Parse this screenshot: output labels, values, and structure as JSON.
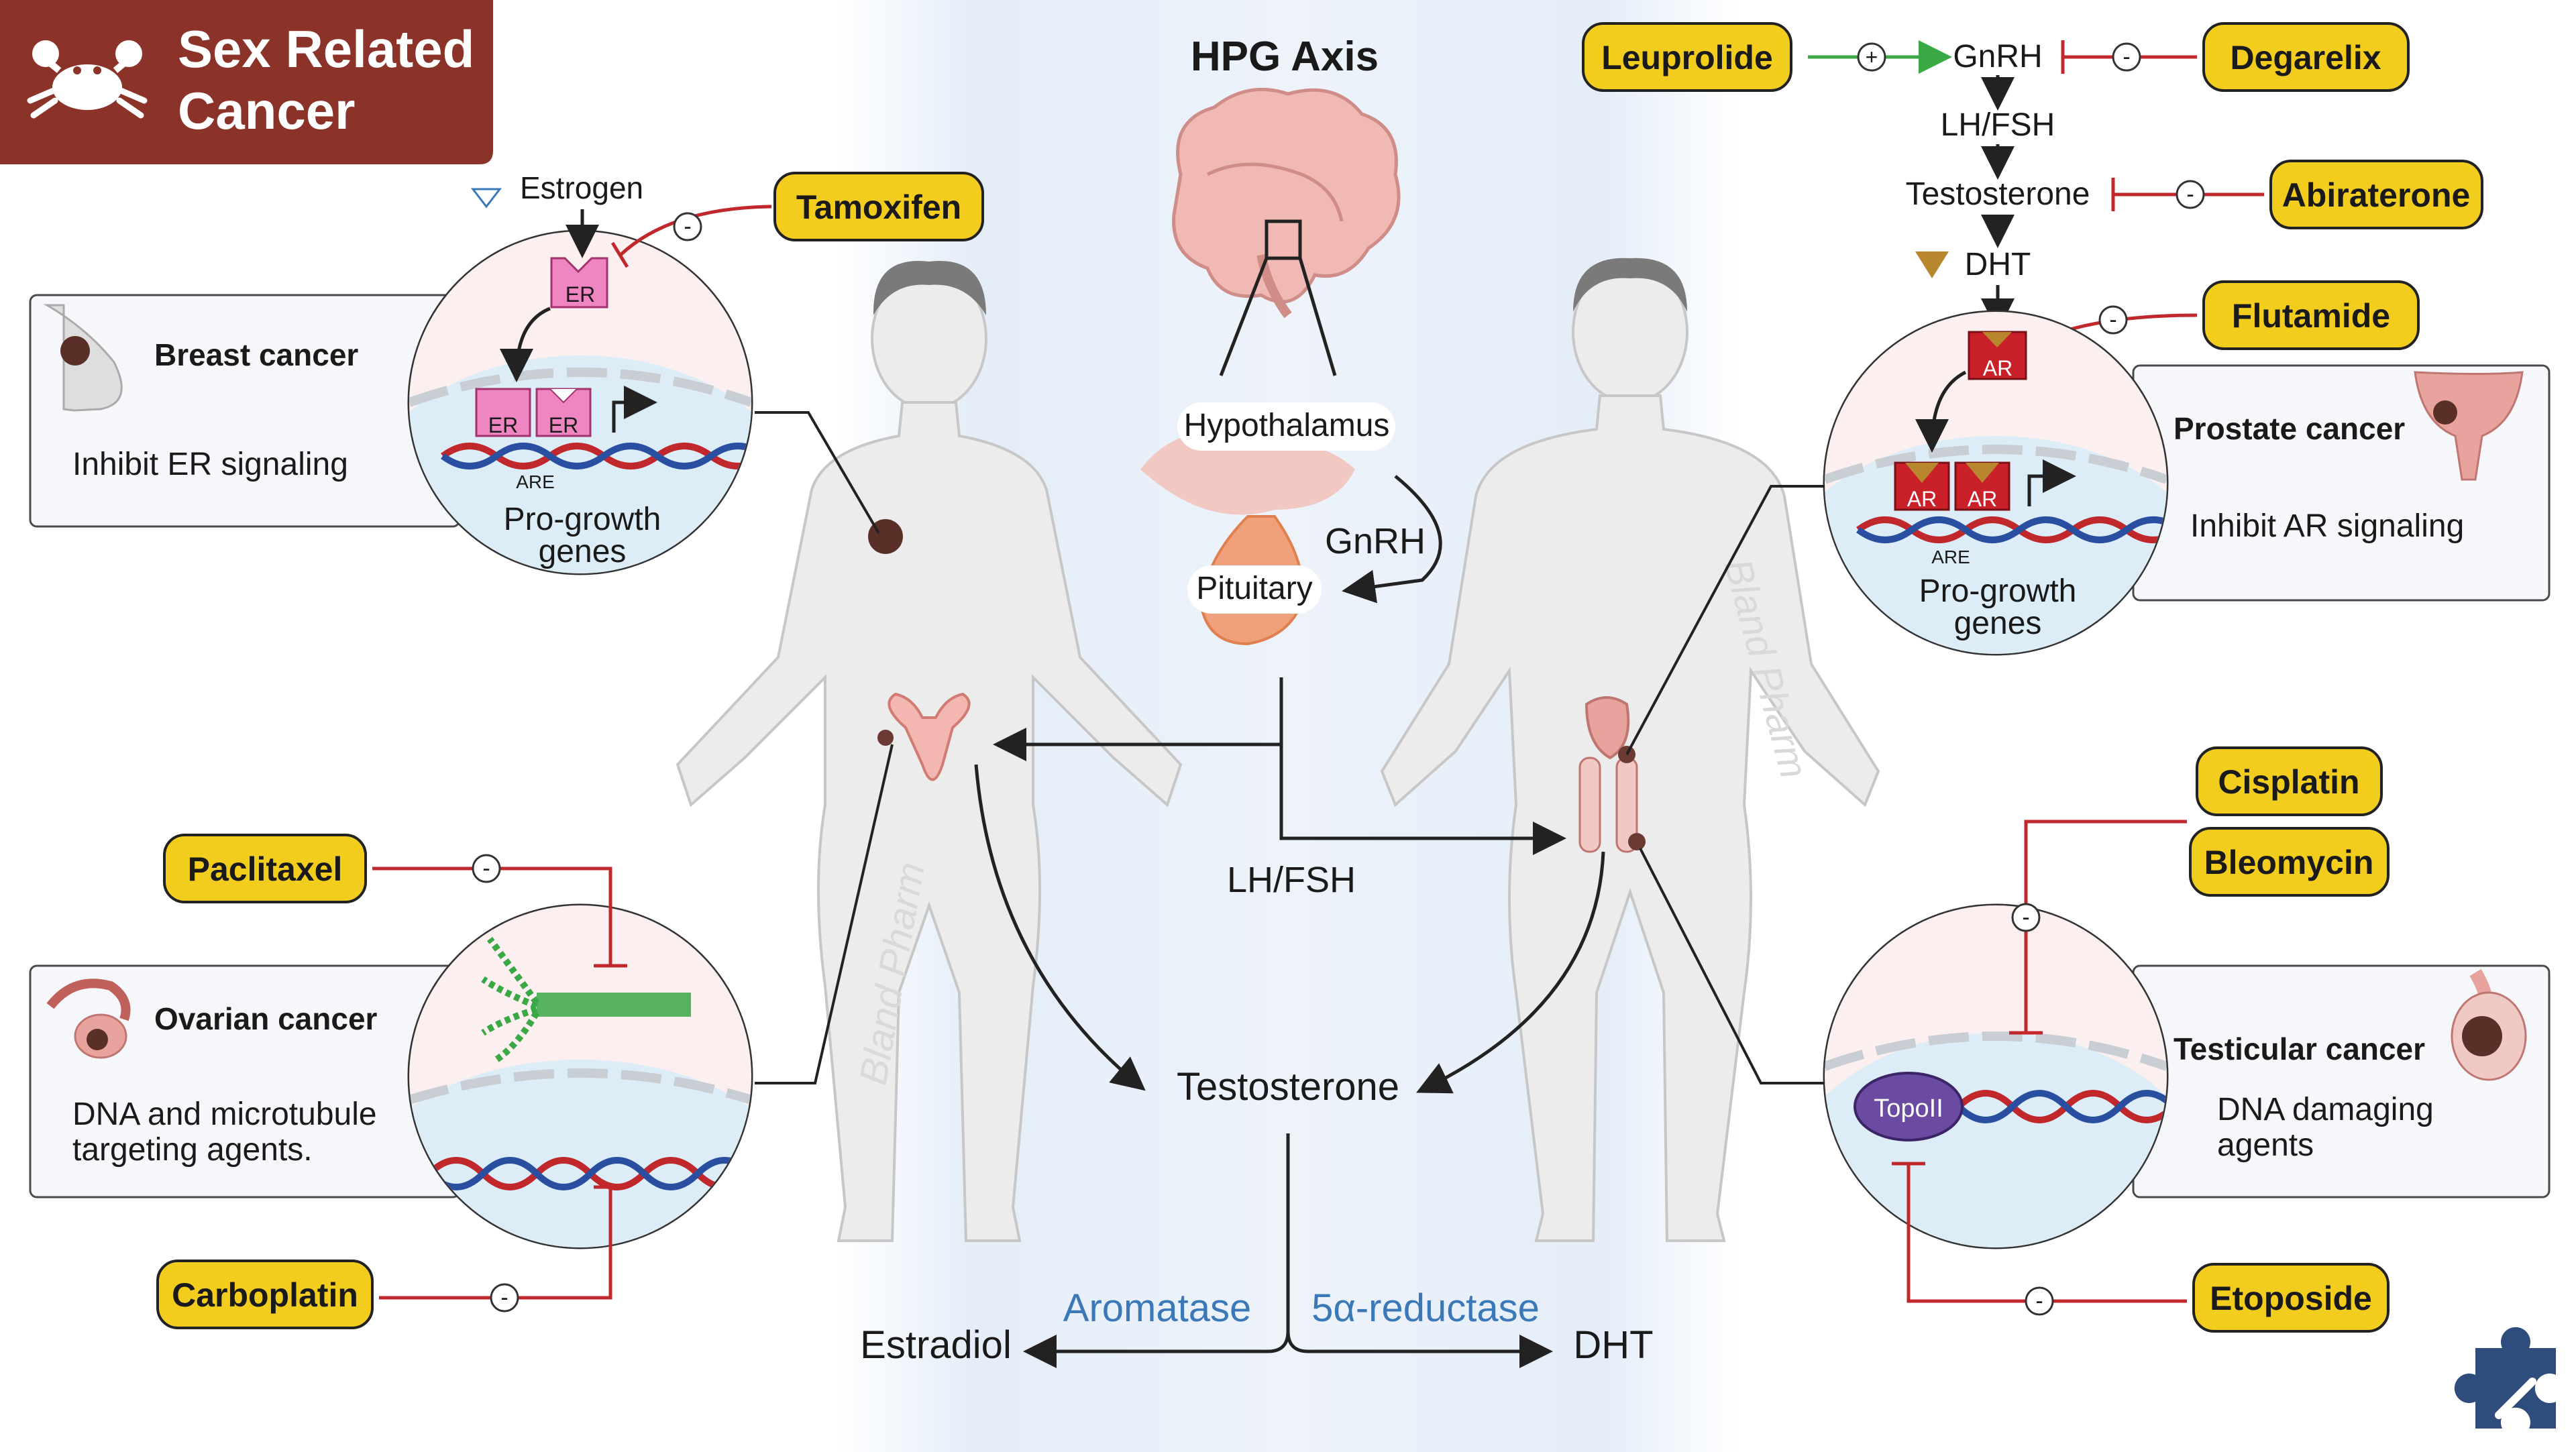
{
  "header": {
    "line1": "Sex Related",
    "line2": "Cancer"
  },
  "hpg": {
    "title": "HPG Axis",
    "hypothalamus": "Hypothalamus",
    "gnrh": "GnRH",
    "pituitary": "Pituitary",
    "lh_fsh": "LH/FSH",
    "testosterone": "Testosterone",
    "aromatase": "Aromatase",
    "reductase": "5α-reductase",
    "estradiol": "Estradiol",
    "dht": "DHT"
  },
  "pathway": {
    "gnrh": "GnRH",
    "lh_fsh": "LH/FSH",
    "testosterone": "Testosterone",
    "dht": "DHT",
    "plus": "+",
    "minus": "-"
  },
  "breast": {
    "title": "Breast cancer",
    "desc": "Inhibit ER signaling",
    "estrogen": "Estrogen",
    "er": "ER",
    "are": "ARE",
    "genes1": "Pro-growth",
    "genes2": "genes"
  },
  "prostate": {
    "title": "Prostate cancer",
    "desc": "Inhibit AR signaling",
    "ar": "AR",
    "are": "ARE",
    "genes1": "Pro-growth",
    "genes2": "genes"
  },
  "ovarian": {
    "title": "Ovarian cancer",
    "desc1": "DNA and microtubule",
    "desc2": "targeting agents."
  },
  "testicular": {
    "title": "Testicular cancer",
    "desc1": "DNA damaging",
    "desc2": "agents",
    "topo": "TopoII"
  },
  "drugs": {
    "leuprolide": "Leuprolide",
    "degarelix": "Degarelix",
    "abiraterone": "Abiraterone",
    "flutamide": "Flutamide",
    "tamoxifen": "Tamoxifen",
    "paclitaxel": "Paclitaxel",
    "carboplatin": "Carboplatin",
    "cisplatin": "Cisplatin",
    "bleomycin": "Bleomycin",
    "etoposide": "Etoposide"
  },
  "watermark": "Bland Pharm",
  "colors": {
    "header_bg": "#8c3329",
    "drug_yellow": "#f2cd1e",
    "inhibit_red": "#c0282b",
    "activate_green": "#3aa845",
    "enzyme_blue": "#3a78b8",
    "er_pink": "#ef86c2",
    "ar_red": "#c9202a",
    "center_bg": "#e7eff9"
  },
  "icons": [
    "crab-icon",
    "breast-icon",
    "prostate-icon",
    "ovary-icon",
    "testis-icon",
    "brain-icon",
    "puzzle-logo-icon"
  ]
}
